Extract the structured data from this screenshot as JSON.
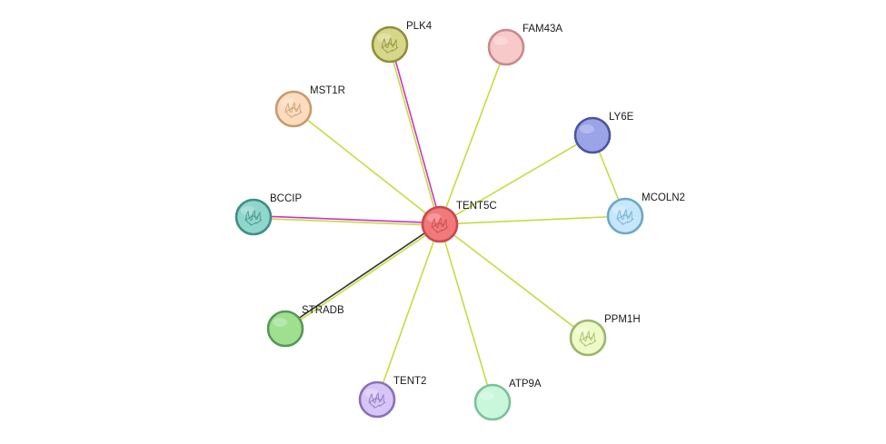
{
  "network": {
    "center": "TENT5C",
    "nodes": [
      {
        "id": "TENT5C",
        "label": "TENT5C",
        "fill": "#f2797b",
        "stroke": "#c8484b",
        "structure": true
      },
      {
        "id": "PLK4",
        "label": "PLK4",
        "fill": "#d7d78a",
        "stroke": "#8f8f3c",
        "structure": true
      },
      {
        "id": "FAM43A",
        "label": "FAM43A",
        "fill": "#f8c9c9",
        "stroke": "#c98a8a",
        "structure": false
      },
      {
        "id": "MST1R",
        "label": "MST1R",
        "fill": "#fbdcbe",
        "stroke": "#c99a6c",
        "structure": true
      },
      {
        "id": "LY6E",
        "label": "LY6E",
        "fill": "#9aa4e6",
        "stroke": "#4b55a0",
        "structure": false
      },
      {
        "id": "BCCIP",
        "label": "BCCIP",
        "fill": "#8fd6cc",
        "stroke": "#3f8e85",
        "structure": true
      },
      {
        "id": "MCOLN2",
        "label": "MCOLN2",
        "fill": "#c5e6fb",
        "stroke": "#6ea7c9",
        "structure": true
      },
      {
        "id": "STRADB",
        "label": "STRADB",
        "fill": "#9fe08f",
        "stroke": "#57985a",
        "structure": false
      },
      {
        "id": "PPM1H",
        "label": "PPM1H",
        "fill": "#eefbc7",
        "stroke": "#9cb56c",
        "structure": true
      },
      {
        "id": "TENT2",
        "label": "TENT2",
        "fill": "#d7c5f7",
        "stroke": "#8a70b9",
        "structure": true
      },
      {
        "id": "ATP9A",
        "label": "ATP9A",
        "fill": "#c8f7dc",
        "stroke": "#7cc09b",
        "structure": false
      }
    ],
    "edges": [
      {
        "source": "TENT5C",
        "target": "PLK4",
        "types": [
          "textmining",
          "experimental"
        ]
      },
      {
        "source": "TENT5C",
        "target": "FAM43A",
        "types": [
          "textmining"
        ]
      },
      {
        "source": "TENT5C",
        "target": "MST1R",
        "types": [
          "textmining"
        ]
      },
      {
        "source": "TENT5C",
        "target": "LY6E",
        "types": [
          "textmining"
        ]
      },
      {
        "source": "TENT5C",
        "target": "BCCIP",
        "types": [
          "textmining",
          "experimental"
        ]
      },
      {
        "source": "TENT5C",
        "target": "MCOLN2",
        "types": [
          "textmining"
        ]
      },
      {
        "source": "TENT5C",
        "target": "STRADB",
        "types": [
          "textmining",
          "coexpression"
        ]
      },
      {
        "source": "TENT5C",
        "target": "PPM1H",
        "types": [
          "textmining"
        ]
      },
      {
        "source": "TENT5C",
        "target": "TENT2",
        "types": [
          "textmining"
        ]
      },
      {
        "source": "TENT5C",
        "target": "ATP9A",
        "types": [
          "textmining"
        ]
      },
      {
        "source": "LY6E",
        "target": "MCOLN2",
        "types": [
          "textmining"
        ]
      }
    ],
    "edge_colors": {
      "textmining": "#c6dc3e",
      "experimental": "#cc33cc",
      "coexpression": "#333333"
    }
  }
}
